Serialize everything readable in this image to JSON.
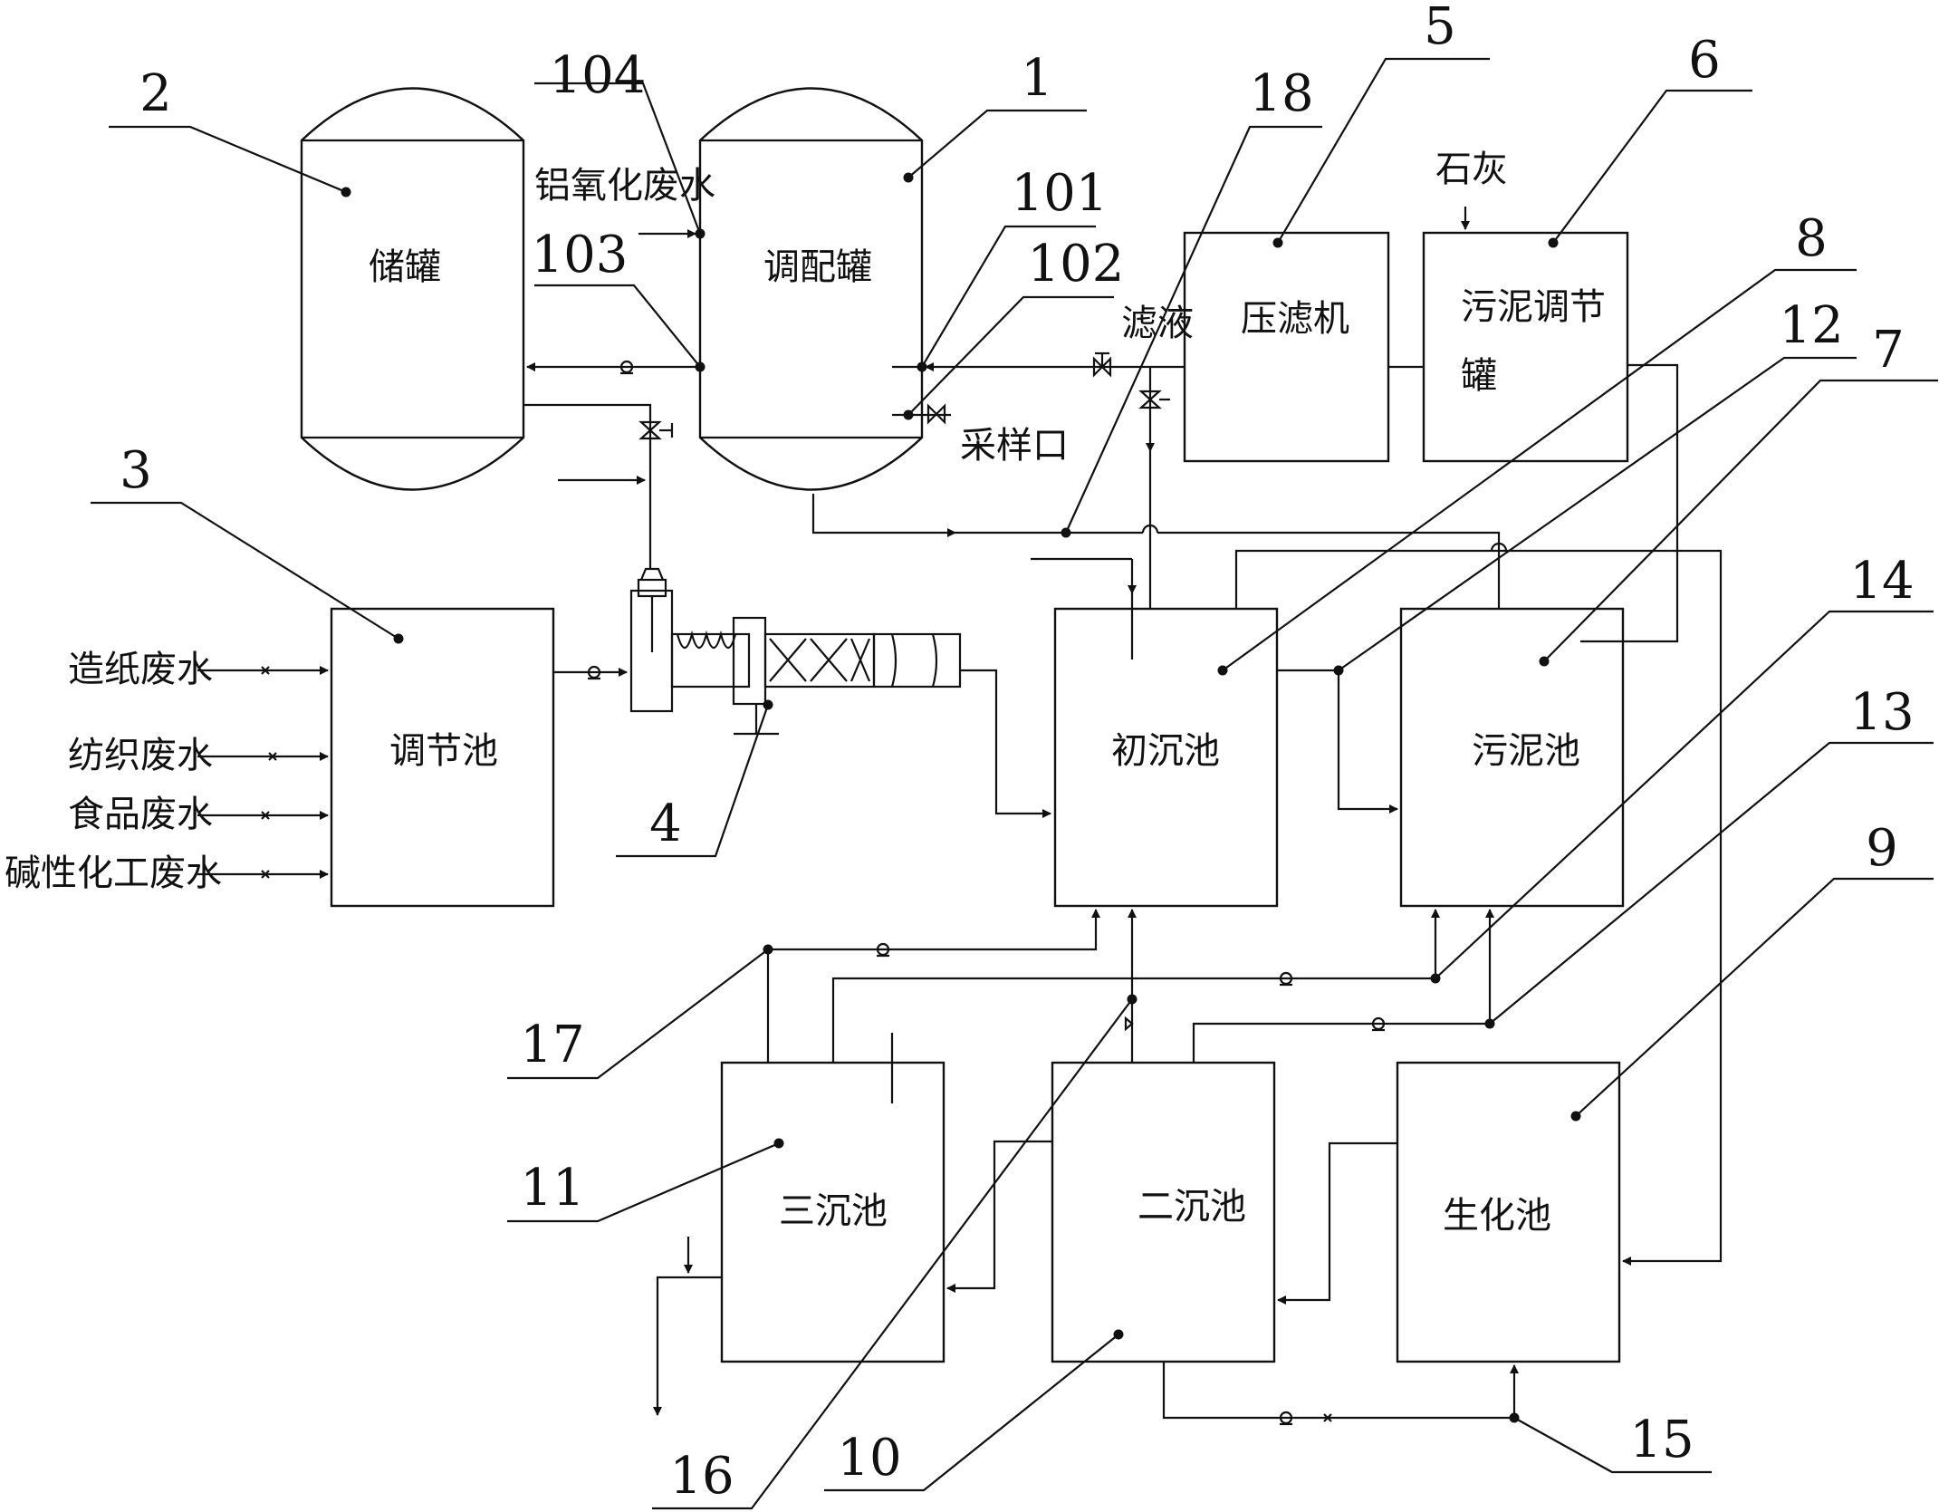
{
  "tanks": {
    "storage": "储罐",
    "blending": "调配罐",
    "regulating": "调节池",
    "press": "压滤机",
    "sludge_regulating": "污泥调节\n罐",
    "primary": "初沉池",
    "sludge_pool": "污泥池",
    "tertiary": "三沉池",
    "secondary": "二沉池",
    "biochemical": "生化池"
  },
  "labels": {
    "aluminum_wastewater": "铝氧化废水",
    "filtrate": "滤液",
    "sampling_port": "采样口",
    "lime": "石灰",
    "paper_wastewater": "造纸废水",
    "textile_wastewater": "纺织废水",
    "food_wastewater": "食品废水",
    "alkaline_wastewater": "碱性化工废水"
  },
  "numbers": {
    "n1": "1",
    "n2": "2",
    "n3": "3",
    "n4": "4",
    "n5": "5",
    "n6": "6",
    "n7": "7",
    "n8": "8",
    "n9": "9",
    "n10": "10",
    "n11": "11",
    "n12": "12",
    "n13": "13",
    "n14": "14",
    "n15": "15",
    "n16": "16",
    "n17": "17",
    "n18": "18",
    "n101": "101",
    "n102": "102",
    "n103": "103",
    "n104": "104"
  },
  "colors": {
    "line": "#111111",
    "background": "#ffffff"
  }
}
